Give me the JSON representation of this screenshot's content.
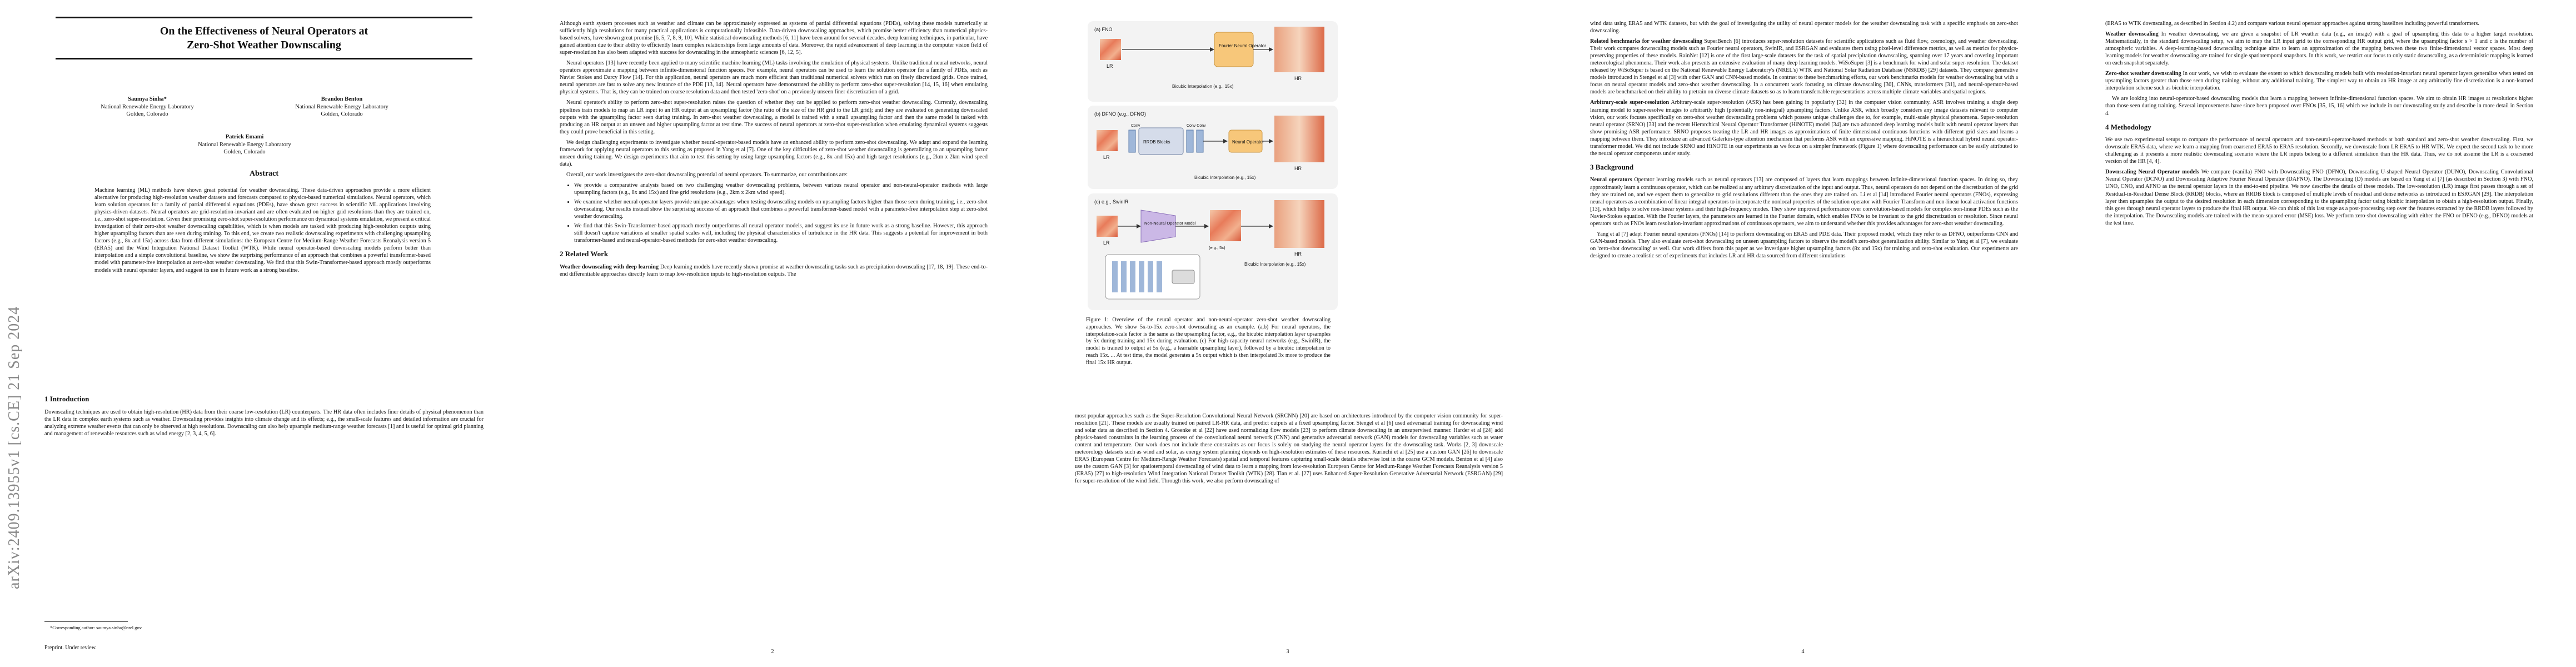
{
  "arxiv_id": "arXiv:2409.13955v1  [cs.CE]  21 Sep 2024",
  "p1": {
    "title_line1": "On the Effectiveness of Neural Operators at",
    "title_line2": "Zero-Shot Weather Downscaling",
    "authors": [
      {
        "name": "Saumya Sinha*",
        "aff1": "National Renewable Energy Laboratory",
        "aff2": "Golden, Colorado"
      },
      {
        "name": "Brandon Benton",
        "aff1": "National Renewable Energy Laboratory",
        "aff2": "Golden, Colorado"
      },
      {
        "name": "Patrick Emami",
        "aff1": "National Renewable Energy Laboratory",
        "aff2": "Golden, Colorado"
      }
    ],
    "abstract_head": "Abstract",
    "abstract": "Machine learning (ML) methods have shown great potential for weather downscaling. These data-driven approaches provide a more efficient alternative for producing high-resolution weather datasets and forecasts compared to physics-based numerical simulations. Neural operators, which learn solution operators for a family of partial differential equations (PDEs), have shown great success in scientific ML applications involving physics-driven datasets. Neural operators are grid-resolution-invariant and are often evaluated on higher grid resolutions than they are trained on, i.e., zero-shot super-resolution. Given their promising zero-shot super-resolution performance on dynamical systems emulation, we present a critical investigation of their zero-shot weather downscaling capabilities, which is when models are tasked with producing high-resolution outputs using higher upsampling factors than are seen during training. To this end, we create two realistic downscaling experiments with challenging upsampling factors (e.g., 8x and 15x) across data from different simulations: the European Centre for Medium-Range Weather Forecasts Reanalysis version 5 (ERA5) and the Wind Integration National Dataset Toolkit (WTK). While neural operator-based downscaling models perform better than interpolation and a simple convolutional baseline, we show the surprising performance of an approach that combines a powerful transformer-based model with parameter-free interpolation at zero-shot weather downscaling. We find that this Swin-Transformer-based approach mostly outperforms models with neural operator layers, and suggest its use in future work as a strong baseline.",
    "intro_head": "1   Introduction",
    "intro": "Downscaling techniques are used to obtain high-resolution (HR) data from their coarse low-resolution (LR) counterparts. The HR data often includes finer details of physical phenomenon than the LR data in complex earth systems such as weather. Downscaling provides insights into climate change and its effects; e.g., the small-scale features and detailed information are crucial for analyzing extreme weather events that can only be observed at high resolutions. Downscaling can also help upsample medium-range weather forecasts [1] and is useful for optimal grid planning and management of renewable resources such as wind energy [2, 3, 4, 5, 6].",
    "footnote": "*Corresponding author: saumya.sinha@nrel.gov",
    "preprint": "Preprint. Under review."
  },
  "p2": {
    "p_a": "Although earth system processes such as weather and climate can be approximately expressed as systems of partial differential equations (PDEs), solving these models numerically at sufficiently high resolutions for many practical applications is computationally infeasible. Data-driven downscaling approaches, which promise better efficiency than numerical physics-based solvers, have shown great promise [6, 5, 7, 8, 9, 10]. While statistical downscaling methods [6, 11] have been around for several decades, deep learning techniques, in particular, have gained attention due to their ability to efficiently learn complex relationships from large amounts of data. Moreover, the rapid advancement of deep learning in the computer vision field of super-resolution has also been adapted with success for downscaling in the atmospheric sciences [6, 12, 5].",
    "p_b": "Neural operators [13] have recently been applied to many scientific machine learning (ML) tasks involving the emulation of physical systems. Unlike traditional neural networks, neural operators approximate a mapping between infinite-dimensional function spaces. For example, neural operators can be used to learn the solution operator for a family of PDEs, such as Navier Stokes and Darcy Flow [14]. For this application, neural operators are much more efficient than traditional numerical solvers which run on finely discretized grids. Once trained, neural operators are fast to solve any new instance of the PDE [13, 14]. Neural operators have demonstrated the ability to perform zero-shot super-resolution [14, 15, 16] when emulating physical systems. That is, they can be trained on coarse resolution data and then tested 'zero-shot' on a previously unseen finer discretization of a grid.",
    "p_c": "Neural operator's ability to perform zero-shot super-resolution raises the question of whether they can be applied to perform zero-shot weather downscaling. Currently, downscaling pipelines train models to map an LR input to an HR output at an upsampling factor (the ratio of the size of the HR grid to the LR grid); and they are evaluated on generating downscaled outputs with the upsampling factor seen during training. In zero-shot weather downscaling, a model is trained with a small upsampling factor and then the same model is tasked with producing an HR output at an unseen and higher upsampling factor at test time. The success of neural operators at zero-shot super-resolution when emulating dynamical systems suggests they could prove beneficial in this setting.",
    "p_d": "We design challenging experiments to investigate whether neural-operator-based models have an enhanced ability to perform zero-shot downscaling. We adapt and expand the learning framework for applying neural operators to this setting as proposed in Yang et al [7]. One of the key difficulties of zero-shot weather downscaling is generalizing to an upsampling factor unseen during training. We design experiments that aim to test this setting by using large upsampling factors (e.g., 8x and 15x) and high target resolutions (e.g., 2km x 2km wind speed data).",
    "p_e": "Overall, our work investigates the zero-shot downscaling potential of neural operators. To summarize, our contributions are:",
    "bullets": [
      "We provide a comparative analysis based on two challenging weather downscaling problems, between various neural operator and non-neural-operator methods with large upsampling factors (e.g., 8x and 15x) and fine grid resolutions (e.g., 2km x 2km wind speed).",
      "We examine whether neural operator layers provide unique advantages when testing downscaling models on upsampling factors higher than those seen during training, i.e., zero-shot downscaling. Our results instead show the surprising success of an approach that combines a powerful transformer-based model with a parameter-free interpolation step at zero-shot weather downscaling.",
      "We find that this Swin-Transformer-based approach mostly outperforms all neural operator models, and suggest its use in future work as a strong baseline. However, this approach still doesn't capture variations at smaller spatial scales well, including the physical characteristics of turbulence in the HR data. This suggests a potential for improvement in both transformer-based and neural-operator-based methods for zero-shot weather downscaling."
    ],
    "related_head": "2   Related Work",
    "related_lead": "Weather downscaling with deep learning",
    "related": "Deep learning models have recently shown promise at weather downscaling tasks such as precipitation downscaling [17, 18, 19]. These end-to-end differentiable approaches directly learn to map low-resolution inputs to high-resolution outputs. The",
    "page": "2"
  },
  "p3": {
    "figure": {
      "panel_a": "(a) FNO",
      "panel_b": "(b) DFNO (e.g., DFNO)",
      "panel_c": "(c) e.g., SwinIR",
      "lr": "LR",
      "hr": "HR",
      "fourier_block": "Fourier Neural Operator",
      "neural_op": "Neural Operator",
      "rrdb": "RRDB Blocks",
      "non_neural": "Non-Neural Operator Model",
      "bicubic": "Bicubic Interpolation (e.g., 15x)",
      "conv": "Conv",
      "conv_conv": "Conv  Conv",
      "eg_5x": "(e.g., 5x)"
    },
    "caption": "Figure 1: Overview of the neural operator and non-neural-operator zero-shot weather downscaling approaches. We show 5x-to-15x zero-shot downscaling as an example. (a,b) For neural operators, the interpolation-scale factor is the same as the upsampling factor, e.g., the bicubic interpolation layer upsamples by 5x during training and 15x during evaluation. (c) For high-capacity neural networks (e.g., SwinIR), the model is trained to output at 5x (e.g., a learnable upsampling layer), followed by a bicubic interpolation to reach 15x. ... At test time, the model generates a 5x output which is then interpolated 3x more to produce the final 15x HR output.",
    "p_a": "most popular approaches such as the Super-Resolution Convolutional Neural Network (SRCNN) [20] are based on architectures introduced by the computer vision community for super-resolution [21]. These models are usually trained on paired LR-HR data, and predict outputs at a fixed upsampling factor. Stengel et al [6] used adversarial training for downscaling wind and solar data as described in Section 4. Groenke et al [22] have used normalizing flow models [23] to perform climate downscaling in an unsupervised manner. Harder et al [24] add physics-based constraints in the learning process of the convolutional neural network (CNN) and generative adversarial network (GAN) models for downscaling variables such as water content and temperature. Our work does not include these constraints as our focus is solely on studying the neural operator layers for the downscaling task. Works [2, 3] downscale meteorology datasets such as wind and solar, as energy system planning depends on high-resolution estimates of these resources. Kurinchi et al [25] use a custom GAN [26] to downscale ERA5 (European Centre for Medium-Range Weather Forecasts) spatial and temporal features capturing small-scale details otherwise lost in the coarse GCM models. Benton et al [4] also use the custom GAN [3] for spatiotemporal downscaling of wind data to learn a mapping from low-resolution European Centre for Medium-Range Weather Forecasts Reanalysis version 5 (ERA5) [27] to high-resolution Wind Integration National Dataset Toolkit (WTK) [28]. Tian et al. [27] uses Enhanced Super-Resolution Generative Adversarial Network (ESRGAN) [29] for super-resolution of the wind field. Through this work, we also perform downscaling of",
    "page": "3"
  },
  "p4": {
    "p_a": "wind data using ERA5 and WTK datasets, but with the goal of investigating the utility of neural operator models for the weather downscaling task with a specific emphasis on zero-shot downscaling.",
    "lead1": "Related benchmarks for weather downscaling",
    "p_b": "SuperBench [6] introduces super-resolution datasets for scientific applications such as fluid flow, cosmology, and weather downscaling. Their work compares downscaling models such as Fourier neural operators, SwinIR, and ESRGAN and evaluates them using pixel-level difference metrics, as well as metrics for physics-preserving properties of these models. RainNet [12] is one of the first large-scale datasets for the task of spatial precipitation downscaling, spanning over 17 years and covering important meteorological phenomena. Their work also presents an extensive evaluation of many deep learning models. WiSoSuper [3] is a benchmark for wind and solar super-resolution. The dataset released by WiSoSuper is based on the National Renewable Energy Laboratory's (NREL's) WTK and National Solar Radiation Database (NSRDB) [29] datasets. They compare generative models introduced in Stengel et al [3] with other GAN and CNN-based models. In contrast to these benchmarking efforts, our work benchmarks models for weather downscaling but with a focus on neural operator models and zero-shot weather downscaling. In a concurrent work focusing on climate downscaling [30], CNNs, transformers [31], and neural-operator-based models are benchmarked on their ability to pretrain on diverse climate datasets so as to learn transferrable representations across multiple climate variables and spatial regions.",
    "lead2": "Arbitrary-scale super-resolution",
    "p_c": "Arbitrary-scale super-resolution (ASR) has been gaining in popularity [32] in the computer vision community. ASR involves training a single deep learning model to super-resolve images to arbitrarily high (potentially non-integral) upsampling factors. Unlike ASR, which broadly considers any image datasets relevant to computer vision, our work focuses specifically on zero-shot weather downscaling problems which possess unique challenges due to, for example, multi-scale physical phenomena. Super-resolution neural operator (SRNO) [33] and the recent Hierarchical Neural Operator Transformer (HiNOTE) model [34] are two advanced deep learning models built with neural operator layers that show promising ASR performance. SRNO proposes treating the LR and HR images as approximations of finite dimensional continuous functions with different grid sizes and learns a mapping between them. They introduce an advanced Galerkin-type attention mechanism that performs ASR with an expressive mapping. HiNOTE is a hierarchical hybrid neural operator-transformer model. We did not include SRNO and HiNOTE in our experiments as we focus on a simpler framework (Figure 1) where downscaling performance can be easily attributed to the neural operator components under study.",
    "bg_head": "3   Background",
    "lead3": "Neural operators",
    "p_d": "Operator learning models such as neural operators [13] are composed of layers that learn mappings between infinite-dimensional function spaces. In doing so, they approximately learn a continuous operator, which can be realized at any arbitrary discretization of the input and output. Thus, neural operators do not depend on the discretization of the grid they are trained on, and we expect them to generalize to grid resolutions different than the ones they are trained on. Li et al [14] introduced Fourier neural operators (FNOs), expressing neural operators as a combination of linear integral operators to incorporate the nonlocal properties of the solution operator with Fourier Transform and non-linear local activation functions [13], which helps to solve non-linear systems and their high-frequency modes. They show improved performance over convolution-based models for complex non-linear PDEs such as the Navier-Stokes equation. With the Fourier layers, the parameters are learned in the Fourier domain, which enables FNOs to be invariant to the grid discretization or resolution. Since neural operators such as FNOs learn resolution-invariant approximations of continuous operators, we aim to understand whether this provides advantages for zero-shot weather downscaling.",
    "p_e": "Yang et al [7] adapt Fourier neural operators (FNOs) [14] to perform downscaling on ERA5 and PDE data. Their proposed model, which they refer to as DFNO, outperforms CNN and GAN-based models. They also evaluate zero-shot downscaling on unseen upsampling factors to observe the model's zero-shot generalization ability. Similar to Yang et al [7], we evaluate on 'zero-shot downscaling' as well. Our work differs from this paper as we investigate higher upsampling factors (8x and 15x) for training and zero-shot evaluation. Our experiments are designed to create a realistic set of experiments that includes LR and HR data sourced from different simulations",
    "page": "4"
  },
  "p5": {
    "p_a": "(ERA5 to WTK downscaling, as described in Section 4.2) and compare various neural operator approaches against strong baselines including powerful transformers.",
    "lead1": "Weather downscaling",
    "p_b": "In weather downscaling, we are given a snapshot of LR weather data (e.g., an image) with a goal of upsampling this data to a higher target resolution. Mathematically, in the standard downscaling setup, we aim to map the LR input grid to the corresponding HR output grid, where the upsampling factor s > 1 and c is the number of atmospheric variables. A deep-learning-based downscaling technique aims to learn an approximation of the mapping between these two finite-dimensional vector spaces. Most deep learning models for weather downscaling are trained for single spatiotemporal snapshots. In this work, we restrict our focus to only static downscaling, as a deterministic mapping is learned on each snapshot separately.",
    "lead2": "Zero-shot weather downscaling",
    "p_c": "In our work, we wish to evaluate the extent to which downscaling models built with resolution-invariant neural operator layers generalize when tested on upsampling factors greater than those seen during training, without any additional training. The simplest way to obtain an HR image at any arbitrarily fine discretization is a non-learned interpolation scheme such as bicubic interpolation.",
    "p_d": "We are looking into neural-operator-based downscaling models that learn a mapping between infinite-dimensional function spaces. We aim to obtain HR images at resolutions higher than those seen during training. Several improvements have since been proposed over FNOs [35, 15, 16] which we include in our downscaling study and describe in more detail in Section 4.",
    "meth_head": "4   Methodology",
    "p_e": "We use two experimental setups to compare the performance of neural operators and non-neural-operator-based methods at both standard and zero-shot weather downscaling. First, we downscale ERA5 data, where we learn a mapping from coarsened ERA5 to ERA5 resolution. Secondly, we downscale from LR ERA5 to HR WTK. We expect the second task to be more challenging as it presents a more realistic downscaling scenario where the LR inputs belong to a different simulation than the HR data. Thus, we do not assume the LR is a coarsened version of the HR [4, 4].",
    "lead3": "Downscaling Neural Operator models",
    "p_f": "We compare (vanilla) FNO with Downscaling FNO (DFNO), Downscaling U-shaped Neural Operator (DUNO), Downscaling Convolutional Neural Operator (DCNO) and Downscaling Adaptive Fourier Neural Operator (DAFNO). The Downscaling (D) models are based on Yang et al [7] (as described in Section 3) with FNO, UNO, CNO, and AFNO as the neural operator layers in the end-to-end pipeline. We now describe the details of these models. The low-resolution (LR) image first passes through a set of Residual-in-Residual Dense Block (RRDB) blocks, where an RRDB block is composed of multiple levels of residual and dense networks as introduced in ESRGAN [29]. The interpolation layer then upsamples the output to the desired resolution in each dimension corresponding to the upsampling factor using bicubic interpolation to obtain a high-resolution output. Finally, this goes through neural operator layers to produce the final HR output. We can think of this last stage as a post-processing step over the features extracted by the RRDB layers followed by the interpolation. The Downscaling models are trained with the mean-squared-error (MSE) loss. We perform zero-shot downscaling with either the FNO or DFNO (e.g., DFNO) models at the test time."
  }
}
